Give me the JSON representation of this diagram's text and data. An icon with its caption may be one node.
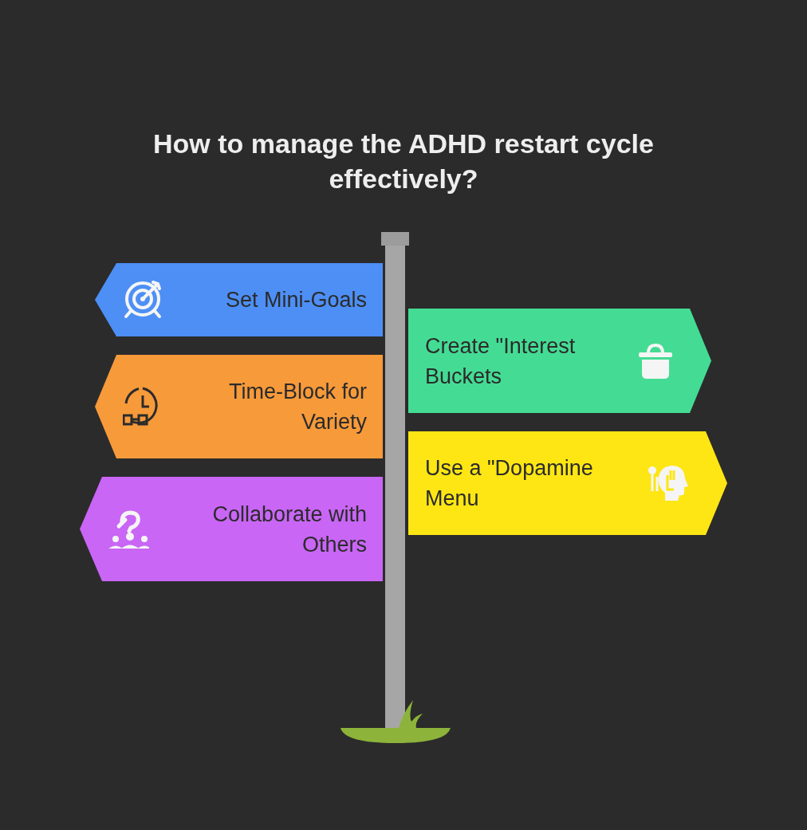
{
  "diagram": {
    "title": "How to manage the ADHD restart cycle effectively?",
    "nodes": [
      {
        "text": [
          "Set Mini-Goals"
        ]
      },
      {
        "text": [
          "Create \"Interest Buckets"
        ]
      },
      {
        "text": [
          "Time-Block for Variety"
        ]
      },
      {
        "text": [
          "Use a \"Dopamine Menu"
        ]
      },
      {
        "text": [
          "Collaborate with Others"
        ]
      }
    ]
  }
}
